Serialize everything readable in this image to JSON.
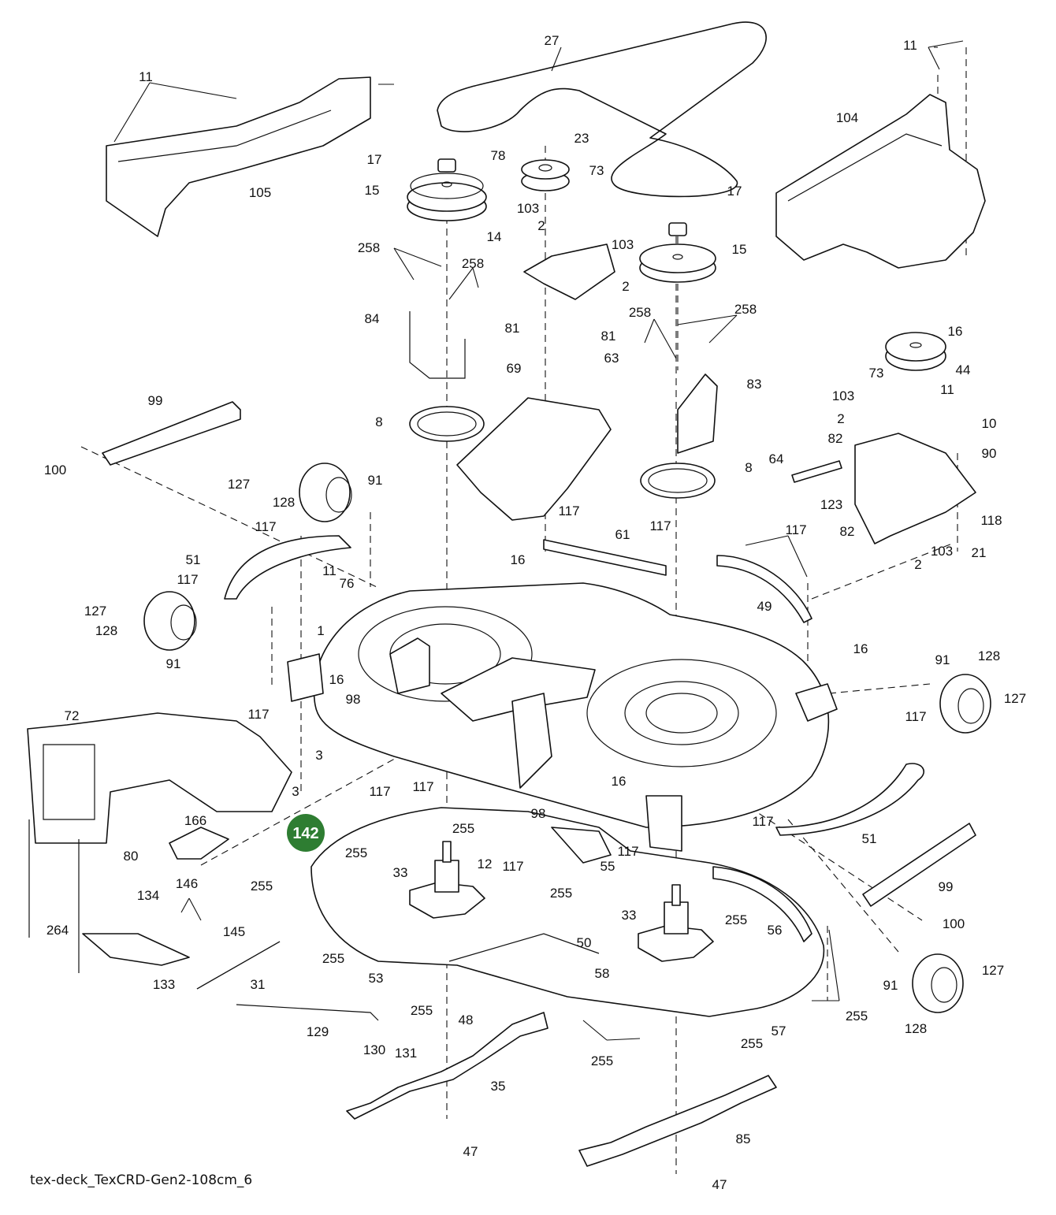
{
  "footer": {
    "diagram_id": "tex-deck_TexCRD-Gen2-108cm_6"
  },
  "highlight": {
    "label": "142",
    "color": "#2e7d32"
  },
  "callouts": [
    {
      "id": "c1",
      "text": "27"
    },
    {
      "id": "c2",
      "text": "11"
    },
    {
      "id": "c3",
      "text": "11"
    },
    {
      "id": "c4",
      "text": "105"
    },
    {
      "id": "c5",
      "text": "104"
    },
    {
      "id": "c6",
      "text": "23"
    },
    {
      "id": "c7",
      "text": "78"
    },
    {
      "id": "c8",
      "text": "73"
    },
    {
      "id": "c9",
      "text": "17"
    },
    {
      "id": "c10",
      "text": "15"
    },
    {
      "id": "c11",
      "text": "103"
    },
    {
      "id": "c12",
      "text": "2"
    },
    {
      "id": "c13",
      "text": "103"
    },
    {
      "id": "c14",
      "text": "14"
    },
    {
      "id": "c15",
      "text": "2"
    },
    {
      "id": "c16",
      "text": "17"
    },
    {
      "id": "c17",
      "text": "15"
    },
    {
      "id": "c18",
      "text": "258"
    },
    {
      "id": "c19",
      "text": "258"
    },
    {
      "id": "c20",
      "text": "258"
    },
    {
      "id": "c21",
      "text": "258"
    },
    {
      "id": "c22",
      "text": "84"
    },
    {
      "id": "c23",
      "text": "81"
    },
    {
      "id": "c24",
      "text": "81"
    },
    {
      "id": "c25",
      "text": "63"
    },
    {
      "id": "c26",
      "text": "16"
    },
    {
      "id": "c27",
      "text": "44"
    },
    {
      "id": "c28",
      "text": "69"
    },
    {
      "id": "c29",
      "text": "83"
    },
    {
      "id": "c30",
      "text": "73"
    },
    {
      "id": "c31",
      "text": "103"
    },
    {
      "id": "c32",
      "text": "11"
    },
    {
      "id": "c33",
      "text": "99"
    },
    {
      "id": "c34",
      "text": "8"
    },
    {
      "id": "c35",
      "text": "2"
    },
    {
      "id": "c36",
      "text": "10"
    },
    {
      "id": "c37",
      "text": "82"
    },
    {
      "id": "c38",
      "text": "90"
    },
    {
      "id": "c39",
      "text": "64"
    },
    {
      "id": "c40",
      "text": "8"
    },
    {
      "id": "c41",
      "text": "100"
    },
    {
      "id": "c42",
      "text": "127"
    },
    {
      "id": "c43",
      "text": "91"
    },
    {
      "id": "c44",
      "text": "128"
    },
    {
      "id": "c45",
      "text": "123"
    },
    {
      "id": "c46",
      "text": "118"
    },
    {
      "id": "c47",
      "text": "82"
    },
    {
      "id": "c48",
      "text": "103"
    },
    {
      "id": "c49",
      "text": "21"
    },
    {
      "id": "c50",
      "text": "2"
    },
    {
      "id": "c51",
      "text": "117"
    },
    {
      "id": "c52",
      "text": "117"
    },
    {
      "id": "c53",
      "text": "117"
    },
    {
      "id": "c54",
      "text": "61"
    },
    {
      "id": "c55",
      "text": "117"
    },
    {
      "id": "c56",
      "text": "51"
    },
    {
      "id": "c57",
      "text": "11"
    },
    {
      "id": "c58",
      "text": "76"
    },
    {
      "id": "c59",
      "text": "16"
    },
    {
      "id": "c60",
      "text": "117"
    },
    {
      "id": "c61",
      "text": "49"
    },
    {
      "id": "c62",
      "text": "127"
    },
    {
      "id": "c63",
      "text": "128"
    },
    {
      "id": "c64",
      "text": "1"
    },
    {
      "id": "c65",
      "text": "91"
    },
    {
      "id": "c66",
      "text": "16"
    },
    {
      "id": "c67",
      "text": "16"
    },
    {
      "id": "c68",
      "text": "98"
    },
    {
      "id": "c69",
      "text": "91"
    },
    {
      "id": "c70",
      "text": "128"
    },
    {
      "id": "c71",
      "text": "127"
    },
    {
      "id": "c72",
      "text": "72"
    },
    {
      "id": "c73",
      "text": "117"
    },
    {
      "id": "c74",
      "text": "117"
    },
    {
      "id": "c75",
      "text": "3"
    },
    {
      "id": "c76",
      "text": "3"
    },
    {
      "id": "c77",
      "text": "117"
    },
    {
      "id": "c78",
      "text": "117"
    },
    {
      "id": "c79",
      "text": "16"
    },
    {
      "id": "c80",
      "text": "166"
    },
    {
      "id": "c81",
      "text": "255"
    },
    {
      "id": "c82",
      "text": "98"
    },
    {
      "id": "c83",
      "text": "117"
    },
    {
      "id": "c84",
      "text": "51"
    },
    {
      "id": "c85",
      "text": "80"
    },
    {
      "id": "c86",
      "text": "255"
    },
    {
      "id": "c87",
      "text": "12"
    },
    {
      "id": "c88",
      "text": "117"
    },
    {
      "id": "c89",
      "text": "117"
    },
    {
      "id": "c90",
      "text": "55"
    },
    {
      "id": "c91",
      "text": "33"
    },
    {
      "id": "c92",
      "text": "99"
    },
    {
      "id": "c93",
      "text": "255"
    },
    {
      "id": "c94",
      "text": "146"
    },
    {
      "id": "c95",
      "text": "134"
    },
    {
      "id": "c96",
      "text": "255"
    },
    {
      "id": "c97",
      "text": "33"
    },
    {
      "id": "c98",
      "text": "255"
    },
    {
      "id": "c99",
      "text": "56"
    },
    {
      "id": "c100",
      "text": "100"
    },
    {
      "id": "c101",
      "text": "145"
    },
    {
      "id": "c102",
      "text": "264"
    },
    {
      "id": "c103",
      "text": "50"
    },
    {
      "id": "c104",
      "text": "255"
    },
    {
      "id": "c105",
      "text": "133"
    },
    {
      "id": "c106",
      "text": "31"
    },
    {
      "id": "c107",
      "text": "53"
    },
    {
      "id": "c108",
      "text": "58"
    },
    {
      "id": "c109",
      "text": "91"
    },
    {
      "id": "c110",
      "text": "127"
    },
    {
      "id": "c111",
      "text": "255"
    },
    {
      "id": "c112",
      "text": "48"
    },
    {
      "id": "c113",
      "text": "255"
    },
    {
      "id": "c114",
      "text": "128"
    },
    {
      "id": "c115",
      "text": "57"
    },
    {
      "id": "c116",
      "text": "129"
    },
    {
      "id": "c117",
      "text": "255"
    },
    {
      "id": "c118",
      "text": "130"
    },
    {
      "id": "c119",
      "text": "131"
    },
    {
      "id": "c120",
      "text": "255"
    },
    {
      "id": "c121",
      "text": "35"
    },
    {
      "id": "c122",
      "text": "85"
    },
    {
      "id": "c123",
      "text": "47"
    },
    {
      "id": "c124",
      "text": "47"
    }
  ]
}
